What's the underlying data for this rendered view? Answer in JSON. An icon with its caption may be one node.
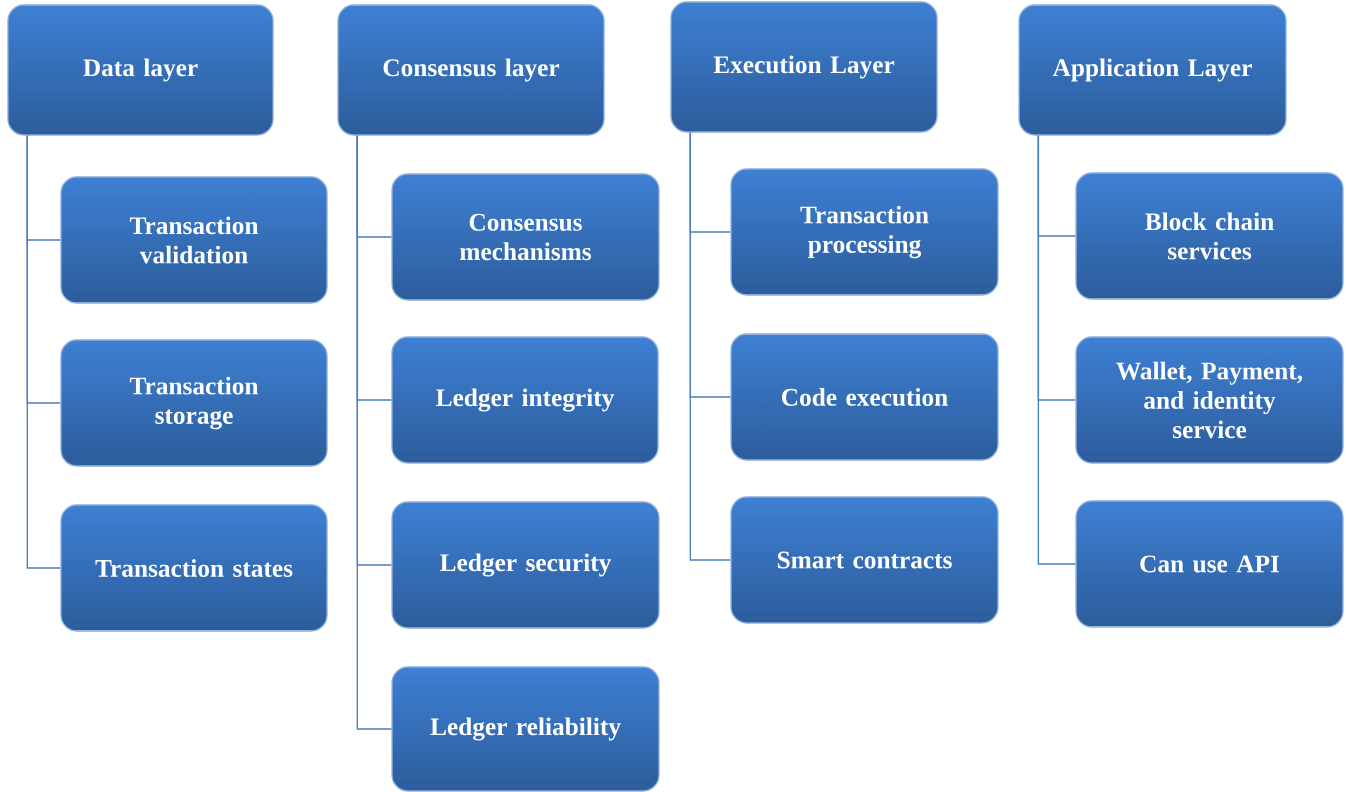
{
  "diagram": {
    "nodes": [
      {
        "text": [
          "Data layer"
        ]
      },
      {
        "text": [
          "Transaction validation"
        ]
      },
      {
        "text": [
          "Transaction storage"
        ]
      },
      {
        "text": [
          "Transaction states"
        ]
      },
      {
        "text": [
          "Consensus layer"
        ]
      },
      {
        "text": [
          "Consensus mechanisms"
        ]
      },
      {
        "text": [
          "Ledger integrity"
        ]
      },
      {
        "text": [
          "Ledger security"
        ]
      },
      {
        "text": [
          "Ledger reliability"
        ]
      },
      {
        "text": [
          "Execution Layer"
        ]
      },
      {
        "text": [
          "Transaction processing"
        ]
      },
      {
        "text": [
          "Code execution"
        ]
      },
      {
        "text": [
          "Smart contracts"
        ]
      },
      {
        "text": [
          "Application Layer"
        ]
      },
      {
        "text": [
          "Block chain services"
        ]
      },
      {
        "text": [
          "Wallet, Payment, and identity service"
        ]
      },
      {
        "text": [
          "Can use API"
        ]
      }
    ],
    "edges": [
      {
        "from": 0,
        "to": 1,
        "arrow": "none"
      },
      {
        "from": 0,
        "to": 2,
        "arrow": "none"
      },
      {
        "from": 0,
        "to": 3,
        "arrow": "none"
      },
      {
        "from": 4,
        "to": 5,
        "arrow": "none"
      },
      {
        "from": 4,
        "to": 6,
        "arrow": "none"
      },
      {
        "from": 4,
        "to": 7,
        "arrow": "none"
      },
      {
        "from": 4,
        "to": 8,
        "arrow": "none"
      },
      {
        "from": 9,
        "to": 10,
        "arrow": "none"
      },
      {
        "from": 9,
        "to": 11,
        "arrow": "none"
      },
      {
        "from": 9,
        "to": 12,
        "arrow": "none"
      },
      {
        "from": 13,
        "to": 14,
        "arrow": "none"
      },
      {
        "from": 13,
        "to": 15,
        "arrow": "none"
      },
      {
        "from": 13,
        "to": 16,
        "arrow": "none"
      }
    ]
  }
}
